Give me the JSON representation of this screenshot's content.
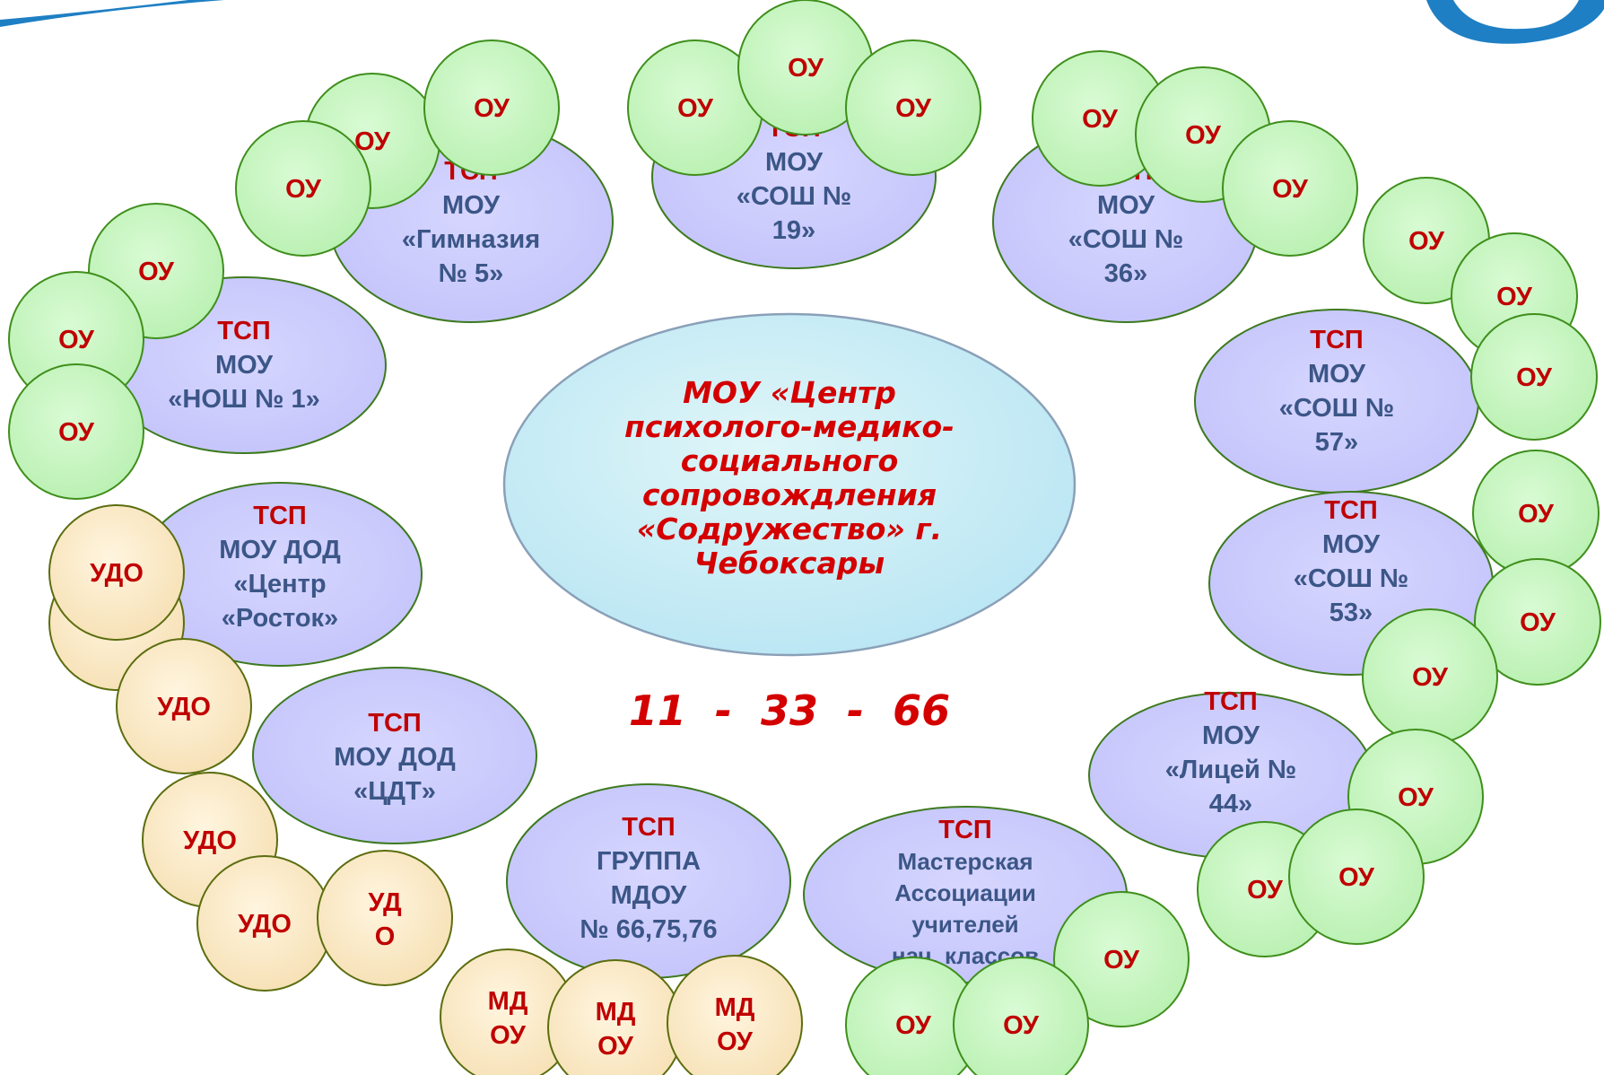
{
  "colors": {
    "tsp_fill": "#ccccff",
    "tsp_stroke": "#3d7a1e",
    "ou_fill": "#c6f5bf",
    "ou_stroke": "#3f8f1c",
    "udo_fill": "#fcebc8",
    "udo_stroke": "#5b6e0f",
    "center_fill": "#c9eef6",
    "center_stroke": "#8aa0b8",
    "tsp_header": "#c00000",
    "tsp_text": "#3b5687",
    "ou_text": "#c00000",
    "center_text": "#d40000",
    "logo": "#1e7fc4"
  },
  "center": {
    "lines": [
      "МОУ «Центр",
      "психолого-медико-",
      "социального",
      "сопровождления",
      "«Содружество» г.",
      "Чебоксары"
    ]
  },
  "counts_line": "11  -  33  -  66",
  "tsp_nodes": [
    {
      "id": "gimnazia5",
      "header": "ТСП",
      "lines": [
        "МОУ",
        "«Гимназия",
        "№ 5»"
      ]
    },
    {
      "id": "sosh19",
      "header": "ТСП",
      "lines": [
        "МОУ",
        "«СОШ №",
        "19»"
      ]
    },
    {
      "id": "sosh36",
      "header": "ТСП",
      "lines": [
        "МОУ",
        "«СОШ №",
        "36»"
      ]
    },
    {
      "id": "nosh1",
      "header": "ТСП",
      "lines": [
        "МОУ",
        "«НОШ № 1»"
      ]
    },
    {
      "id": "sosh57",
      "header": "ТСП",
      "lines": [
        "МОУ",
        "«СОШ №",
        "57»"
      ]
    },
    {
      "id": "rostok",
      "header": "ТСП",
      "lines": [
        "МОУ  ДОД",
        "«Центр",
        "«Росток»"
      ]
    },
    {
      "id": "sosh53",
      "header": "ТСП",
      "lines": [
        "МОУ",
        "«СОШ №",
        "53»"
      ]
    },
    {
      "id": "cdt",
      "header": "ТСП",
      "lines": [
        "МОУ  ДОД",
        "«ЦДТ»"
      ]
    },
    {
      "id": "licei44",
      "header": "ТСП",
      "lines": [
        "МОУ",
        "«Лицей №",
        "44»"
      ]
    },
    {
      "id": "mdou",
      "header": "ТСП",
      "lines": [
        "ГРУППА",
        "МДОУ",
        "№ 66,75,76"
      ]
    },
    {
      "id": "masterskaya",
      "header": "ТСП",
      "lines": [
        "Мастерская",
        "Ассоциации",
        "учителей",
        "нач. классов"
      ]
    }
  ],
  "labels": {
    "ou": "ОУ",
    "udo": "УДО",
    "udo_split": [
      "УД",
      "О"
    ],
    "mdou_split": [
      "МД",
      "ОУ"
    ]
  }
}
